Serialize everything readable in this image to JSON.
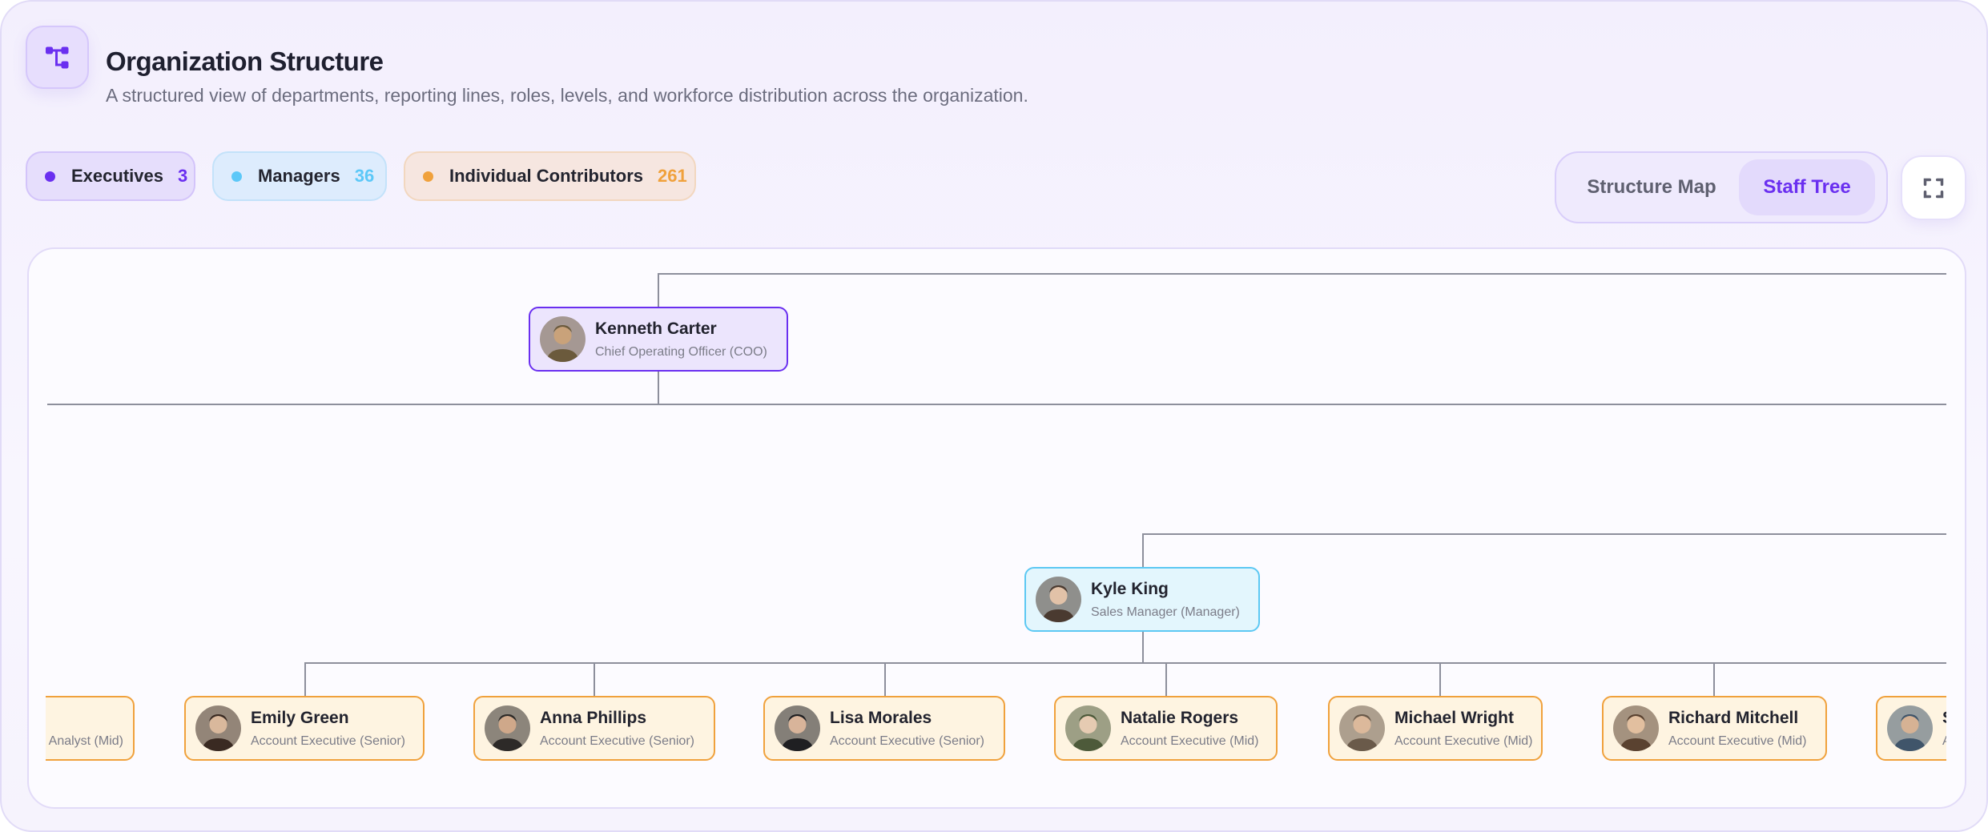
{
  "header": {
    "title": "Organization Structure",
    "subtitle": "A structured view of departments, reporting lines, roles, levels, and workforce distribution across the organization.",
    "icon": "org-tree-icon"
  },
  "legend": [
    {
      "label": "Executives",
      "count": "3",
      "color": "#6a2ff0",
      "bg": "#e6defc",
      "border": "#d3c4fa"
    },
    {
      "label": "Managers",
      "count": "36",
      "color": "#5cc8f8",
      "bg": "#ddecfd",
      "border": "#c3e2fa"
    },
    {
      "label": "Individual Contributors",
      "count": "261",
      "color": "#f0a13c",
      "bg": "#f6e6e0",
      "border": "#f2d7bf"
    }
  ],
  "view_toggle": {
    "options": [
      "Structure Map",
      "Staff Tree"
    ],
    "active": "Staff Tree",
    "active_color": "#6a2ff0"
  },
  "fullscreen_icon": "expand-icon",
  "tree": {
    "executive": {
      "name": "Kenneth Carter",
      "role": "Chief Operating Officer (COO)"
    },
    "manager": {
      "name": "Kyle King",
      "role": "Sales Manager (Manager)"
    },
    "reports": [
      {
        "name": "",
        "role": "Analyst (Mid)"
      },
      {
        "name": "Emily Green",
        "role": "Account Executive (Senior)"
      },
      {
        "name": "Anna Phillips",
        "role": "Account Executive (Senior)"
      },
      {
        "name": "Lisa Morales",
        "role": "Account Executive (Senior)"
      },
      {
        "name": "Natalie Rogers",
        "role": "Account Executive (Mid)"
      },
      {
        "name": "Michael Wright",
        "role": "Account Executive (Mid)"
      },
      {
        "name": "Richard Mitchell",
        "role": "Account Executive (Mid)"
      },
      {
        "name": "S",
        "role": "A"
      }
    ]
  }
}
